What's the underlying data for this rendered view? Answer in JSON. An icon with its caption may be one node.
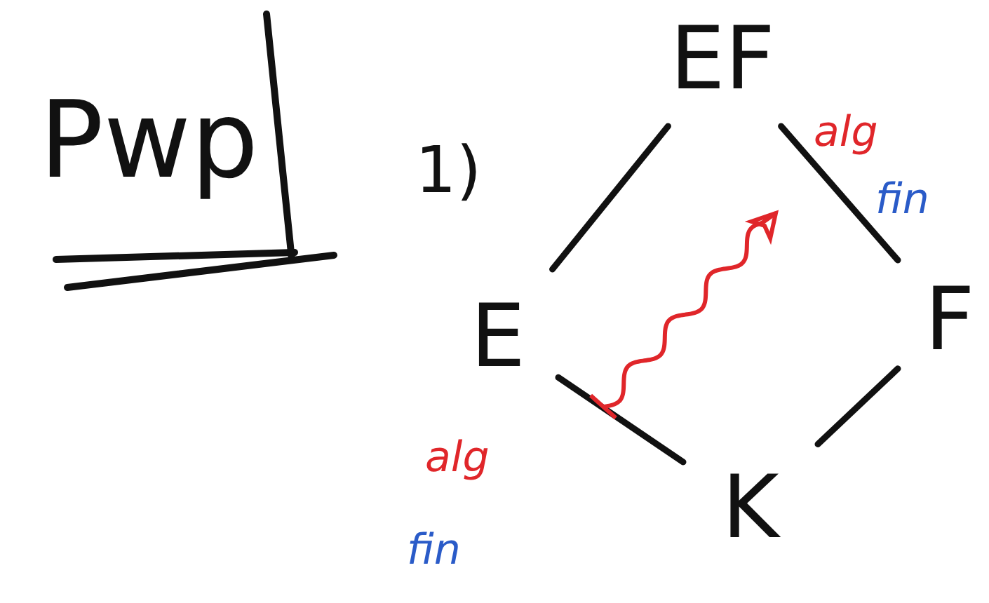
{
  "diagram": {
    "nodes": [
      {
        "text": [
          "EF"
        ]
      },
      {
        "text": [
          "E"
        ]
      },
      {
        "text": [
          "F"
        ]
      },
      {
        "text": [
          "K"
        ]
      }
    ],
    "edges": [
      {
        "from": 1,
        "to": 0,
        "arrow": "none"
      },
      {
        "from": 0,
        "to": 2,
        "arrow": "none"
      },
      {
        "from": 1,
        "to": 3,
        "arrow": "none"
      },
      {
        "from": 3,
        "to": 2,
        "arrow": "none"
      }
    ],
    "labels": [
      "Pwp",
      "1)",
      "alg",
      "fin",
      "alg",
      "fin"
    ]
  }
}
